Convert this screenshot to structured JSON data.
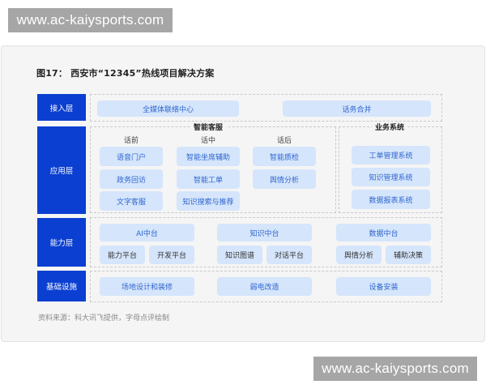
{
  "watermarks": {
    "top": "www.ac-kaiysports.com",
    "bottom": "www.ac-kaiysports.com"
  },
  "figure": {
    "title": "图17： 西安市“12345”热线项目解决方案",
    "source": "资料来源：科大讯飞提供，字母点评绘制"
  },
  "colors": {
    "layer_label_bg": "#0a3fd1",
    "pill_bg": "#d5e5fb",
    "pill_text": "#2f66cf",
    "card_bg": "#f5f5f5"
  },
  "layers": {
    "access": {
      "label": "接入层",
      "items": [
        "全媒体联络中心",
        "话务合并"
      ]
    },
    "application": {
      "label": "应用层",
      "smart_service": {
        "title": "智能客服",
        "columns": [
          {
            "title": "话前",
            "items": [
              "语音门户",
              "政务回访",
              "文字客服"
            ]
          },
          {
            "title": "话中",
            "items": [
              "智能坐席辅助",
              "智能工单",
              "知识搜索与推荐"
            ]
          },
          {
            "title": "话后",
            "items": [
              "智能质检",
              "舆情分析"
            ]
          }
        ]
      },
      "business_system": {
        "title": "业务系统",
        "items": [
          "工单管理系统",
          "知识管理系统",
          "数据报表系统"
        ]
      }
    },
    "capability": {
      "label": "能力层",
      "groups": [
        {
          "title": "AI中台",
          "items": [
            "能力平台",
            "开发平台"
          ]
        },
        {
          "title": "知识中台",
          "items": [
            "知识图谱",
            "对话平台"
          ]
        },
        {
          "title": "数据中台",
          "items": [
            "舆情分析",
            "辅助决策"
          ]
        }
      ]
    },
    "infrastructure": {
      "label": "基础设施",
      "items": [
        "场地设计和装修",
        "弱电改造",
        "设备安装"
      ]
    }
  }
}
